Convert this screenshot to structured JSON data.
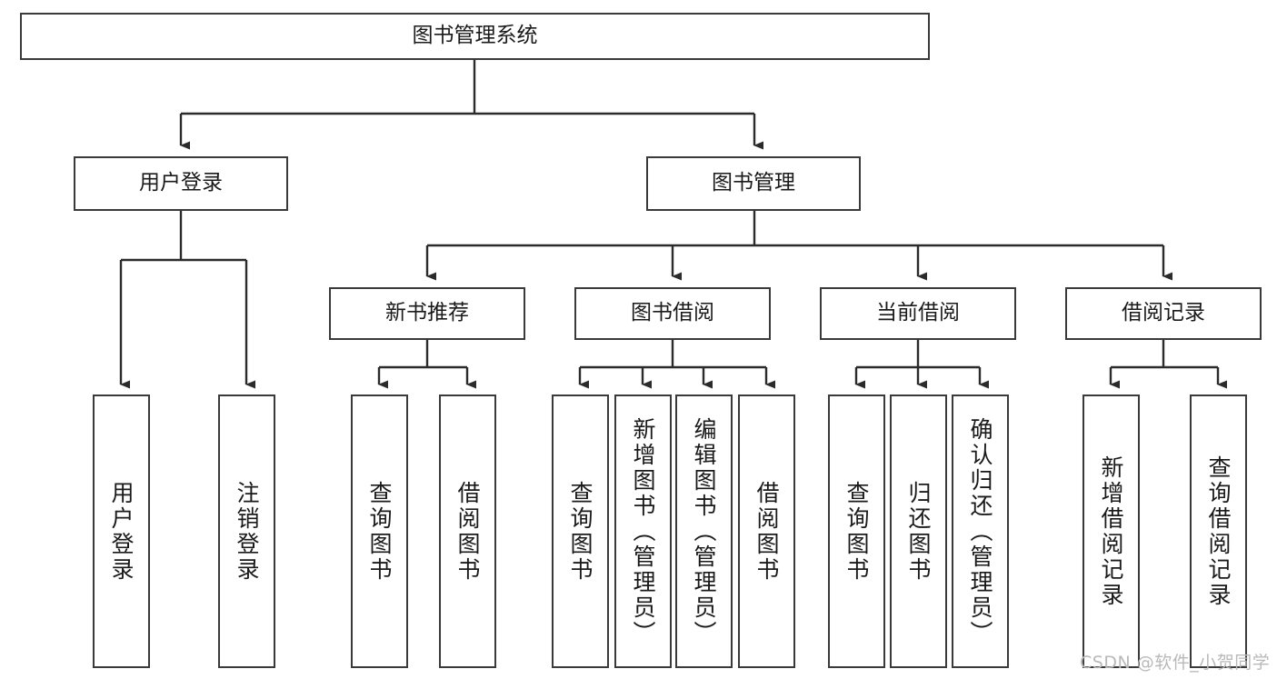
{
  "diagram": {
    "title": "图书管理系统",
    "type": "tree-hierarchy-diagram",
    "colors": {
      "box_border": "#3a3a3a",
      "box_fill": "#ffffff",
      "connector": "#2b2b2b",
      "text": "#1a1a1a",
      "watermark": "#b9b9b9",
      "background": "#ffffff"
    },
    "nodes": {
      "root": {
        "label": "图书管理系统"
      },
      "level2": [
        {
          "id": "user-login",
          "label": "用户登录"
        },
        {
          "id": "book-management",
          "label": "图书管理"
        }
      ],
      "level3": [
        {
          "id": "new-book-recommend",
          "label": "新书推荐"
        },
        {
          "id": "book-borrow",
          "label": "图书借阅"
        },
        {
          "id": "current-borrow",
          "label": "当前借阅"
        },
        {
          "id": "borrow-record",
          "label": "借阅记录"
        }
      ],
      "leaves": {
        "user_login": [
          {
            "id": "leaf-user-login",
            "label": "用户登录"
          },
          {
            "id": "leaf-logout-login",
            "label": "注销登录"
          }
        ],
        "new_book_recommend": [
          {
            "id": "leaf-query-book-1",
            "label": "查询图书"
          },
          {
            "id": "leaf-borrow-book-1",
            "label": "借阅图书"
          }
        ],
        "book_borrow": [
          {
            "id": "leaf-query-book-2",
            "label": "查询图书"
          },
          {
            "id": "leaf-add-book",
            "label": "新增图书（管理员）"
          },
          {
            "id": "leaf-edit-book",
            "label": "编辑图书（管理员）"
          },
          {
            "id": "leaf-borrow-book-2",
            "label": "借阅图书"
          }
        ],
        "current_borrow": [
          {
            "id": "leaf-query-book-3",
            "label": "查询图书"
          },
          {
            "id": "leaf-return-book",
            "label": "归还图书"
          },
          {
            "id": "leaf-confirm-return",
            "label": "确认归还（管理员）"
          }
        ],
        "borrow_record": [
          {
            "id": "leaf-add-record",
            "label": "新增借阅记录"
          },
          {
            "id": "leaf-query-record",
            "label": "查询借阅记录"
          }
        ]
      }
    },
    "watermark": "CSDN @软件_小贺同学"
  }
}
